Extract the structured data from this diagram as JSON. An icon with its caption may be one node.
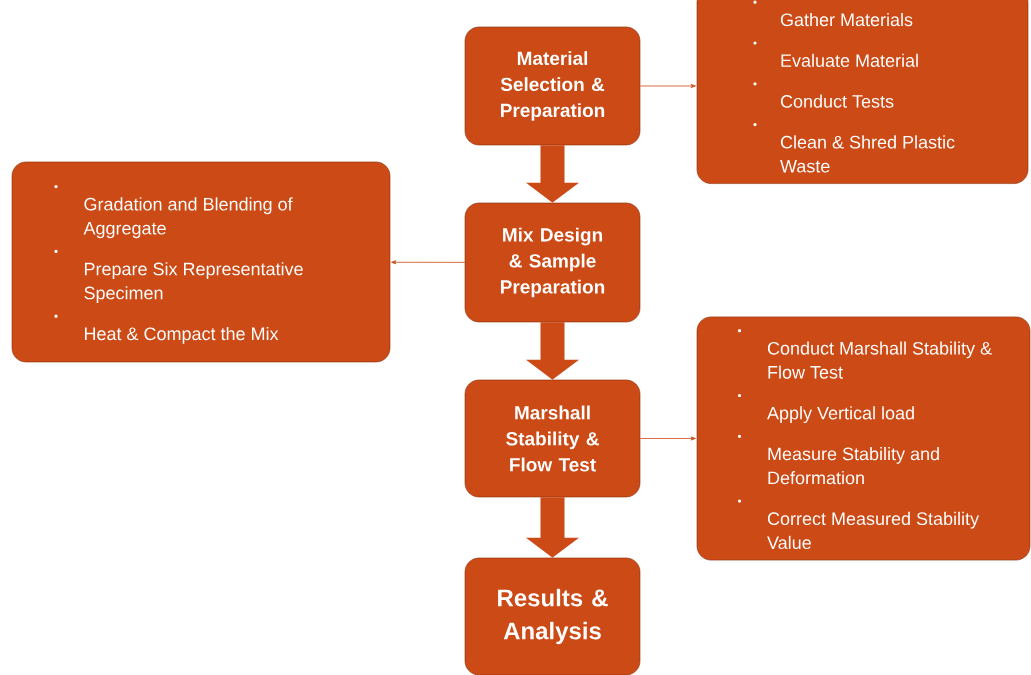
{
  "diagram": {
    "nodes": [
      {
        "text": [
          "Material Selection & Preparation"
        ]
      },
      {
        "text": [
          "Gather Materials",
          "Evaluate Material",
          "Conduct Tests",
          "Clean & Shred Plastic Waste"
        ]
      },
      {
        "text": [
          "Mix Design & Sample Preparation"
        ]
      },
      {
        "text": [
          "Gradation and Blending of Aggregate",
          "Prepare Six Representative Specimen",
          "Heat & Compact the Mix"
        ]
      },
      {
        "text": [
          "Marshall Stability & Flow Test"
        ]
      },
      {
        "text": [
          "Conduct Marshall Stability & Flow Test",
          "Apply Vertical load",
          "Measure Stability and Deformation",
          "Correct Measured Stability Value"
        ]
      },
      {
        "text": [
          "Results & Analysis"
        ]
      }
    ],
    "edges": [
      {
        "from": 0,
        "to": 1,
        "arrow": "to"
      },
      {
        "from": 0,
        "to": 2,
        "arrow": "to",
        "style": "thick"
      },
      {
        "from": 2,
        "to": 3,
        "arrow": "to"
      },
      {
        "from": 2,
        "to": 4,
        "arrow": "to",
        "style": "thick"
      },
      {
        "from": 4,
        "to": 5,
        "arrow": "to"
      },
      {
        "from": 4,
        "to": 6,
        "arrow": "to",
        "style": "thick"
      }
    ]
  }
}
